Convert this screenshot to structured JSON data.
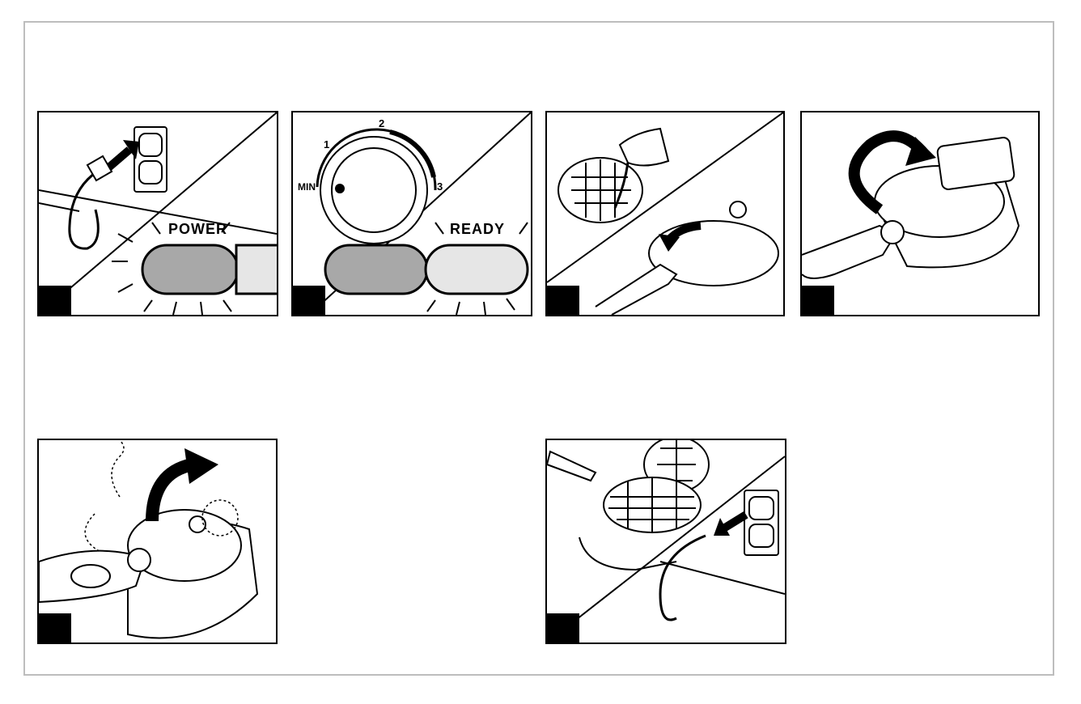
{
  "panels": {
    "p2": {
      "dial_min": "MIN",
      "dial_1": "1",
      "dial_2": "2",
      "dial_3": "3",
      "ready_label": "READY"
    },
    "p1": {
      "power_label": "POWER"
    }
  },
  "colors": {
    "line": "#000000",
    "grey_fill": "#a8a8a8",
    "light_fill": "#e6e6e6",
    "frame": "#bdbdbd"
  }
}
